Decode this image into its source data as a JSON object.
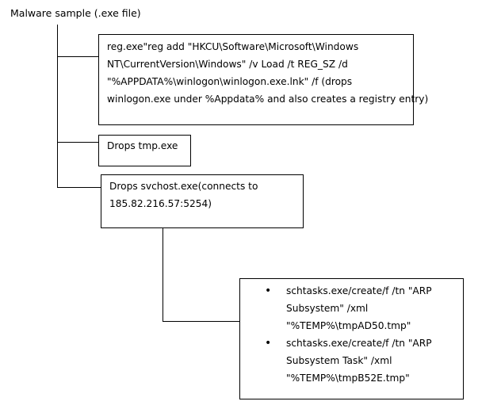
{
  "root": {
    "label": "Malware sample (.exe file)"
  },
  "reg_box": {
    "lines": [
      "reg.exe\"reg add \"HKCU\\Software\\Microsoft\\Windows",
      "NT\\CurrentVersion\\Windows\" /v Load /t REG_SZ /d",
      "\"%APPDATA%\\winlogon\\winlogon.exe.lnk\" /f (drops",
      "winlogon.exe under %Appdata% and also creates a registry entry)"
    ]
  },
  "tmp_box": {
    "text": "Drops tmp.exe"
  },
  "svchost_box": {
    "lines": [
      "Drops svchost.exe(connects to",
      "185.82.216.57:5254)"
    ]
  },
  "schtasks_box": {
    "bullet_symbol": "•",
    "items": [
      {
        "lines": [
          "schtasks.exe/create/f /tn \"ARP",
          "Subsystem\" /xml",
          "\"%TEMP%\\tmpAD50.tmp\""
        ]
      },
      {
        "lines": [
          "schtasks.exe/create/f /tn \"ARP",
          "Subsystem Task\" /xml",
          "\"%TEMP%\\tmpB52E.tmp\""
        ]
      }
    ]
  }
}
